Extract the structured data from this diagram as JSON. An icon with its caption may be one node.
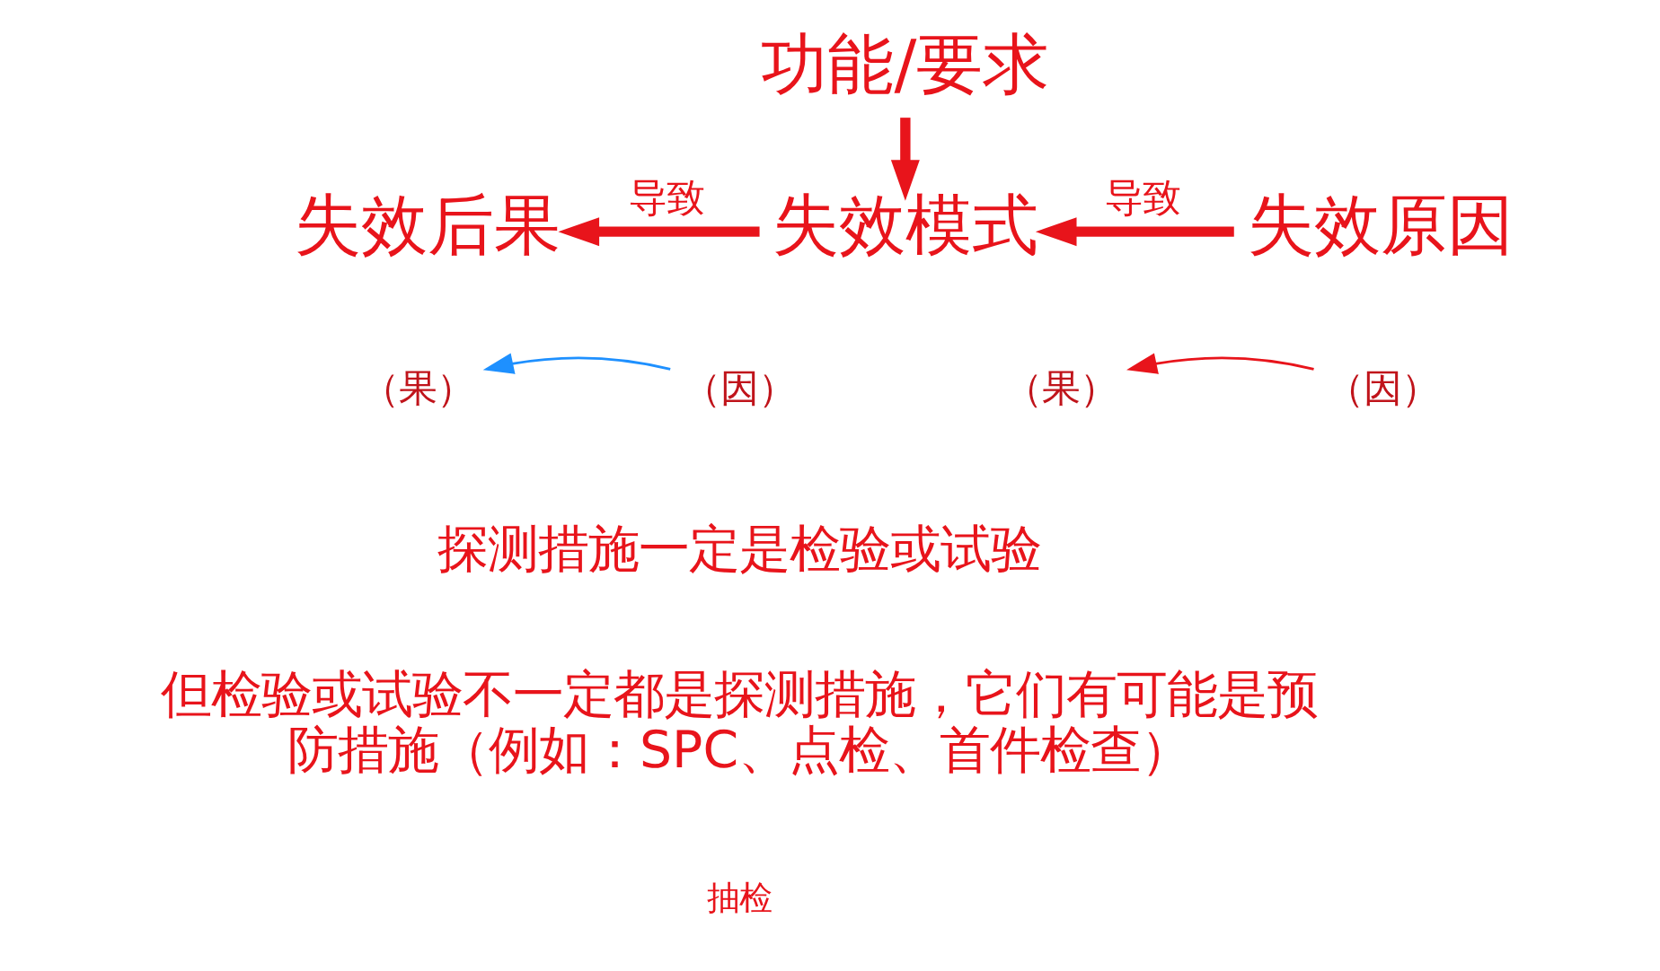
{
  "diagram": {
    "nodes": [
      {
        "text": [
          "功能/要求"
        ]
      },
      {
        "text": [
          "失效后果"
        ]
      },
      {
        "text": [
          "失效模式"
        ]
      },
      {
        "text": [
          "失效原因"
        ]
      },
      {
        "text": [
          "（果）"
        ]
      },
      {
        "text": [
          "（因）"
        ]
      },
      {
        "text": [
          "（果）"
        ]
      },
      {
        "text": [
          "（因）"
        ]
      }
    ],
    "edges": [
      {
        "from": 0,
        "to": 2,
        "arrow": "to"
      },
      {
        "from": 2,
        "to": 1,
        "arrow": "to",
        "label": "导致"
      },
      {
        "from": 3,
        "to": 2,
        "arrow": "to",
        "label": "导致"
      },
      {
        "from": 5,
        "to": 4,
        "arrow": "to",
        "color": "#1e90ff"
      },
      {
        "from": 7,
        "to": 6,
        "arrow": "to"
      }
    ],
    "labels": [
      "探测措施一定是检验或试验",
      "但检验或试验不一定都是探测措施，它们有可能是预防措施（例如：SPC、点检、首件检查）",
      "抽检"
    ]
  }
}
